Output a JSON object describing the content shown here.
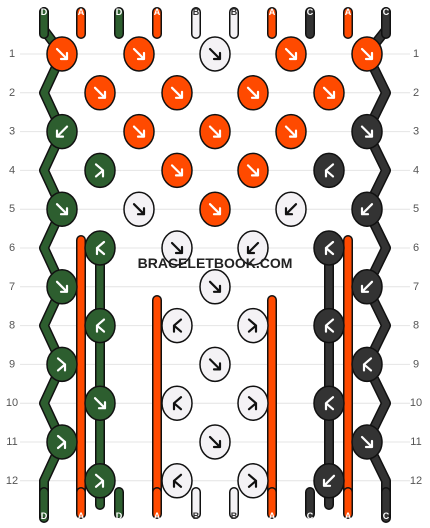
{
  "site": {
    "watermark": "BRACELETBOOK.COM"
  },
  "colors": {
    "A": "#ff4a00",
    "B": "#f4f2f5",
    "C": "#333333",
    "D": "#2d5e2f"
  },
  "strands": {
    "top": [
      "D",
      "A",
      "D",
      "A",
      "B",
      "B",
      "A",
      "C",
      "A",
      "C"
    ],
    "bottom": [
      "D",
      "A",
      "D",
      "A",
      "B",
      "B",
      "A",
      "C",
      "A",
      "C"
    ]
  },
  "rows": [
    "1",
    "2",
    "3",
    "4",
    "5",
    "6",
    "7",
    "8",
    "9",
    "10",
    "11",
    "12"
  ],
  "knots": [
    [
      {
        "c": "A",
        "d": "down-right"
      },
      {
        "c": "A",
        "d": "down-right"
      },
      {
        "c": "B",
        "d": "down-right"
      },
      {
        "c": "A",
        "d": "down-right"
      },
      {
        "c": "A",
        "d": "down-right"
      }
    ],
    [
      {
        "c": "A",
        "d": "down-right"
      },
      {
        "c": "A",
        "d": "down-right"
      },
      {
        "c": "A",
        "d": "down-right"
      },
      {
        "c": "A",
        "d": "down-right"
      }
    ],
    [
      {
        "c": "D",
        "d": "down-left"
      },
      {
        "c": "A",
        "d": "down-right"
      },
      {
        "c": "A",
        "d": "down-right"
      },
      {
        "c": "A",
        "d": "down-right"
      },
      {
        "c": "C",
        "d": "down-right"
      }
    ],
    [
      {
        "c": "D",
        "d": "right-down"
      },
      {
        "c": "A",
        "d": "down-right"
      },
      {
        "c": "A",
        "d": "down-right"
      },
      {
        "c": "C",
        "d": "left-down"
      }
    ],
    [
      {
        "c": "D",
        "d": "down-right"
      },
      {
        "c": "B",
        "d": "down-right"
      },
      {
        "c": "A",
        "d": "down-right"
      },
      {
        "c": "B",
        "d": "down-left"
      },
      {
        "c": "C",
        "d": "down-left"
      }
    ],
    [
      {
        "c": "D",
        "d": "left-down"
      },
      {
        "c": "B",
        "d": "down-right"
      },
      {
        "c": "B",
        "d": "down-left"
      },
      {
        "c": "C",
        "d": "left-down"
      }
    ],
    [
      {
        "c": "D",
        "d": "down-right"
      },
      null,
      {
        "c": "B",
        "d": "down-right"
      },
      null,
      {
        "c": "C",
        "d": "down-left"
      }
    ],
    [
      {
        "c": "D",
        "d": "left-down"
      },
      {
        "c": "B",
        "d": "left-down"
      },
      {
        "c": "B",
        "d": "right-down"
      },
      {
        "c": "C",
        "d": "left-down"
      }
    ],
    [
      {
        "c": "D",
        "d": "right-down"
      },
      null,
      {
        "c": "B",
        "d": "down-right"
      },
      null,
      {
        "c": "C",
        "d": "left-down"
      }
    ],
    [
      {
        "c": "D",
        "d": "down-right"
      },
      {
        "c": "B",
        "d": "left-down"
      },
      {
        "c": "B",
        "d": "right-down"
      },
      {
        "c": "C",
        "d": "left-down"
      }
    ],
    [
      {
        "c": "D",
        "d": "right-down"
      },
      null,
      {
        "c": "B",
        "d": "down-right"
      },
      null,
      {
        "c": "C",
        "d": "down-right"
      }
    ],
    [
      {
        "c": "D",
        "d": "right-down"
      },
      {
        "c": "B",
        "d": "left-down"
      },
      {
        "c": "B",
        "d": "right-down"
      },
      {
        "c": "C",
        "d": "down-left"
      }
    ]
  ]
}
